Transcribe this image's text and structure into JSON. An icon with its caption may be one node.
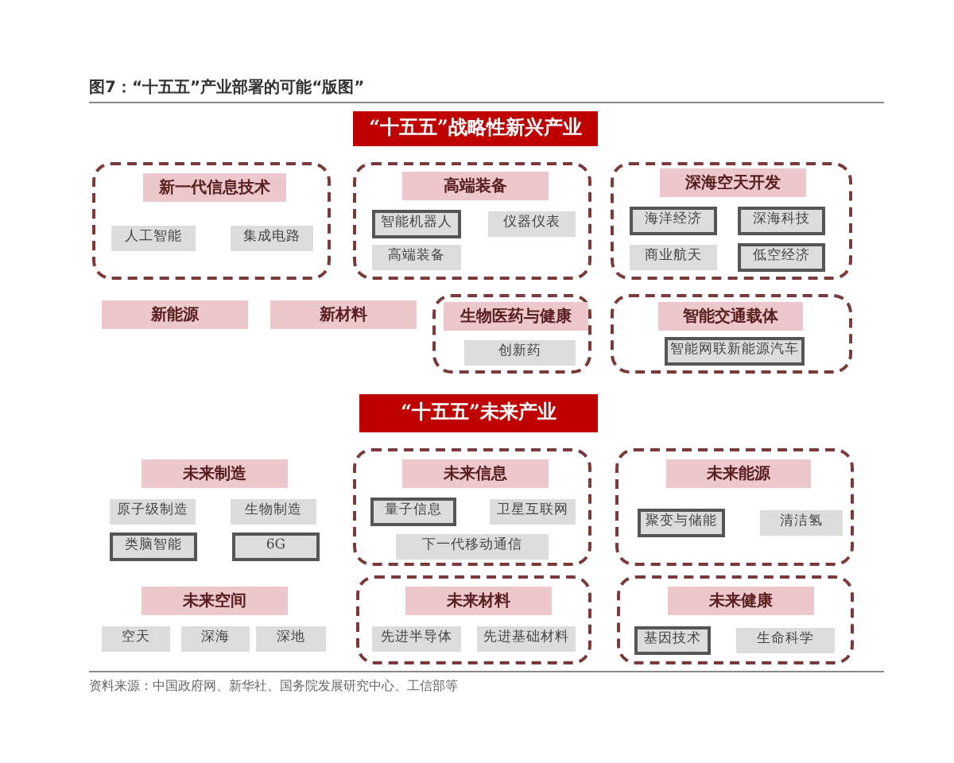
{
  "diagram": {
    "title": "图7：“十五五”产业部署的可能“版图”",
    "caption": "资料来源：中国政府网、新华社、国务院发展研究中心、工信部等",
    "nodes": [
      {
        "text": [
          "“十五五”战略性新兴产业"
        ]
      },
      {
        "text": [],
        "shape": "box"
      },
      {
        "text": [
          "新一代信息技术"
        ],
        "in": 1
      },
      {
        "text": [
          "人工智能"
        ],
        "in": 1
      },
      {
        "text": [
          "集成电路"
        ],
        "in": 1
      },
      {
        "text": [],
        "shape": "box"
      },
      {
        "text": [
          "高端装备"
        ],
        "in": 5
      },
      {
        "text": [
          "智能机器人"
        ],
        "in": 5
      },
      {
        "text": [
          "仪器仪表"
        ],
        "in": 5
      },
      {
        "text": [
          "高端装备"
        ],
        "in": 5
      },
      {
        "text": [],
        "shape": "box"
      },
      {
        "text": [
          "深海空天开发"
        ],
        "in": 10
      },
      {
        "text": [
          "海洋经济"
        ],
        "in": 10
      },
      {
        "text": [
          "深海科技"
        ],
        "in": 10
      },
      {
        "text": [
          "商业航天"
        ],
        "in": 10
      },
      {
        "text": [
          "低空经济"
        ],
        "in": 10
      },
      {
        "text": [
          "新能源"
        ]
      },
      {
        "text": [
          "新材料"
        ]
      },
      {
        "text": [],
        "shape": "box"
      },
      {
        "text": [
          "生物医药与健康"
        ],
        "in": 18
      },
      {
        "text": [
          "创新药"
        ],
        "in": 18
      },
      {
        "text": [],
        "shape": "box"
      },
      {
        "text": [
          "智能交通载体"
        ],
        "in": 21
      },
      {
        "text": [
          "智能网联新能源汽车"
        ],
        "in": 21
      },
      {
        "text": [
          "“十五五”未来产业"
        ]
      },
      {
        "text": [
          "未来制造"
        ]
      },
      {
        "text": [
          "原子级制造"
        ]
      },
      {
        "text": [
          "生物制造"
        ]
      },
      {
        "text": [
          "类脑智能"
        ]
      },
      {
        "text": [
          "6G"
        ]
      },
      {
        "text": [],
        "shape": "box"
      },
      {
        "text": [
          "未来信息"
        ],
        "in": 30
      },
      {
        "text": [
          "量子信息"
        ],
        "in": 30
      },
      {
        "text": [
          "卫星互联网"
        ],
        "in": 30
      },
      {
        "text": [
          "下一代移动通信"
        ],
        "in": 30
      },
      {
        "text": [],
        "shape": "box"
      },
      {
        "text": [
          "未来能源"
        ],
        "in": 35
      },
      {
        "text": [
          "聚变与储能"
        ],
        "in": 35
      },
      {
        "text": [
          "清洁氢"
        ],
        "in": 35
      },
      {
        "text": [
          "未来空间"
        ]
      },
      {
        "text": [
          "空天"
        ]
      },
      {
        "text": [
          "深海"
        ]
      },
      {
        "text": [
          "深地"
        ]
      },
      {
        "text": [],
        "shape": "box"
      },
      {
        "text": [
          "未来材料"
        ],
        "in": 43
      },
      {
        "text": [
          "先进半导体"
        ],
        "in": 43
      },
      {
        "text": [
          "先进基础材料"
        ],
        "in": 43
      },
      {
        "text": [],
        "shape": "box"
      },
      {
        "text": [
          "未来健康"
        ],
        "in": 47
      },
      {
        "text": [
          "基因技术"
        ],
        "in": 47
      },
      {
        "text": [
          "生命科学"
        ],
        "in": 47
      }
    ]
  }
}
